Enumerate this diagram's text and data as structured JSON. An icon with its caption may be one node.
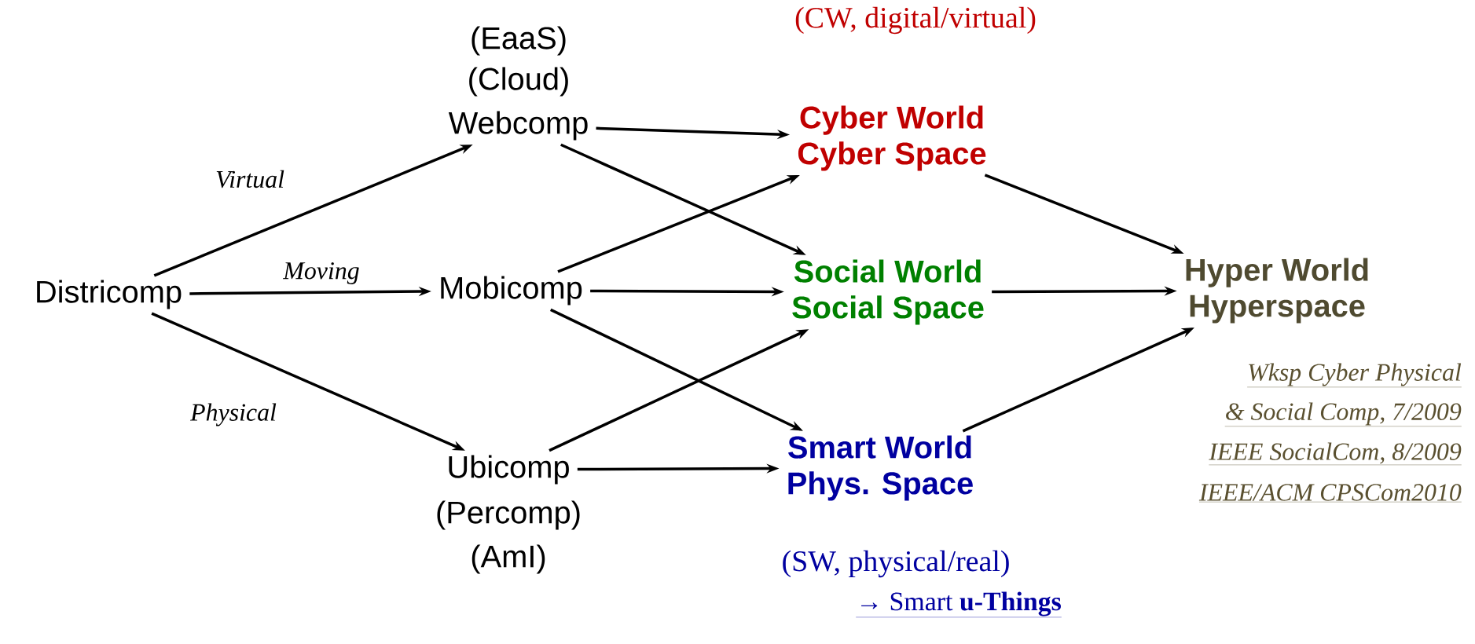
{
  "diagram": {
    "nodes": [
      {
        "text": [
          "Districomp"
        ]
      },
      {
        "text": [
          "Webcomp"
        ],
        "beside": [
          "(EaaS)",
          "(Cloud)"
        ]
      },
      {
        "text": [
          "Mobicomp"
        ]
      },
      {
        "text": [
          "Ubicomp"
        ],
        "beside": [
          "(Percomp)",
          "(AmI)"
        ]
      },
      {
        "text": [
          "Cyber World",
          "Cyber Space"
        ]
      },
      {
        "text": [
          "Social World",
          "Social Space"
        ]
      },
      {
        "text": [
          "Smart World",
          "Phys. Space"
        ]
      },
      {
        "text": [
          "Hyper World",
          "Hyperspace"
        ]
      }
    ],
    "edges": [
      {
        "from": 0,
        "to": 1,
        "arrow": "to",
        "label": "Virtual"
      },
      {
        "from": 0,
        "to": 2,
        "arrow": "to",
        "label": "Moving"
      },
      {
        "from": 0,
        "to": 3,
        "arrow": "to",
        "label": "Physical"
      },
      {
        "from": 1,
        "to": 4,
        "arrow": "to"
      },
      {
        "from": 1,
        "to": 5,
        "arrow": "to"
      },
      {
        "from": 2,
        "to": 4,
        "arrow": "to"
      },
      {
        "from": 2,
        "to": 5,
        "arrow": "to"
      },
      {
        "from": 2,
        "to": 6,
        "arrow": "to"
      },
      {
        "from": 3,
        "to": 5,
        "arrow": "to"
      },
      {
        "from": 3,
        "to": 6,
        "arrow": "to"
      },
      {
        "from": 4,
        "to": 7,
        "arrow": "to"
      },
      {
        "from": 5,
        "to": 7,
        "arrow": "to"
      },
      {
        "from": 6,
        "to": 7,
        "arrow": "to"
      }
    ],
    "labels": [
      "(CW, digital/virtual)",
      "Wksp Cyber Physical",
      "& Social Comp, 7/2009",
      "IEEE SocialCom, 8/2009",
      "IEEE/ACM  CPSCom2010",
      "(SW, physical/real)",
      "→ Smart **u-Things**"
    ]
  }
}
